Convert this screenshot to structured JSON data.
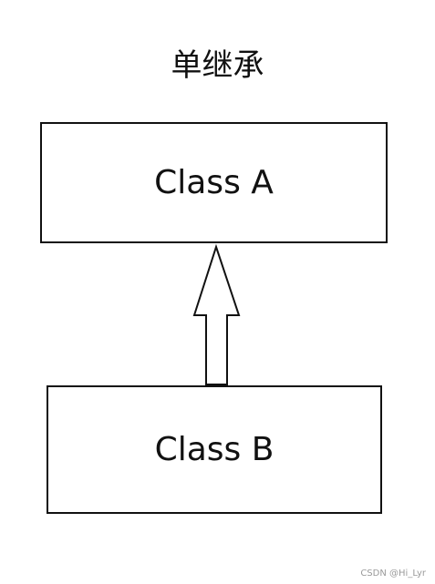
{
  "diagram": {
    "title": "单继承",
    "parent_class": {
      "label": "Class A"
    },
    "child_class": {
      "label": "Class B"
    },
    "relation": "inheritance",
    "stroke_color": "#111111"
  },
  "watermark": "CSDN @Hi_Lyr"
}
